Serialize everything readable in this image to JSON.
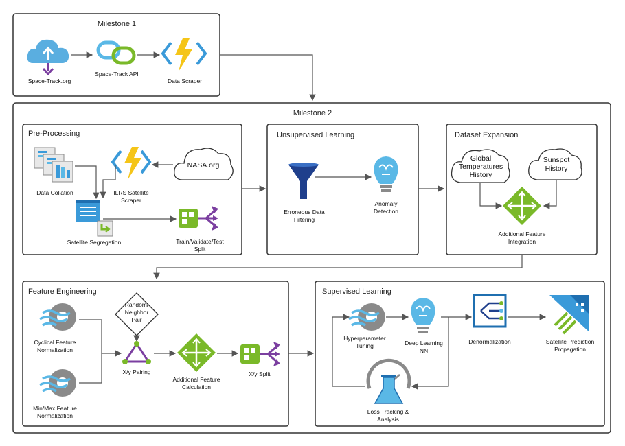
{
  "milestone1": {
    "title": "Milestone 1",
    "space_track_org": "Space-Track.org",
    "space_track_api": "Space-Track API",
    "data_scraper": "Data Scraper"
  },
  "milestone2": {
    "title": "Milestone 2"
  },
  "preprocessing": {
    "title": "Pre-Processing",
    "data_collation": "Data Collation",
    "ilrs_line1": "ILRS Satellite",
    "ilrs_line2": "Scraper",
    "nasa": "NASA.org",
    "satellite_segregation": "Satellite Segregation",
    "split_line1": "Train/Validate/Test",
    "split_line2": "Split"
  },
  "unsupervised": {
    "title": "Unsupervised Learning",
    "filter_line1": "Erroneous Data",
    "filter_line2": "Filtering",
    "anomaly_line1": "Anomaly",
    "anomaly_line2": "Detection"
  },
  "dataset_expansion": {
    "title": "Dataset Expansion",
    "global_line1": "Global",
    "global_line2": "Temperatures",
    "global_line3": "History",
    "sunspot_line1": "Sunspot",
    "sunspot_line2": "History",
    "feature_line1": "Additional Feature",
    "feature_line2": "Integration"
  },
  "feature_engineering": {
    "title": "Feature Engineering",
    "cyclical_line1": "Cyclical Feature",
    "cyclical_line2": "Normalization",
    "minmax_line1": "Min/Max Feature",
    "minmax_line2": "Normalization",
    "pair_line1": "Random/",
    "pair_line2": "Neighbor",
    "pair_line3": "Pair",
    "xy_pairing": "X/y Pairing",
    "calc_line1": "Additional Feature",
    "calc_line2": "Calculation",
    "xy_split": "X/y Split"
  },
  "supervised": {
    "title": "Supervised Learning",
    "hyper_line1": "Hyperparameter",
    "hyper_line2": "Tuning",
    "dl_line1": "Deep Learning",
    "dl_line2": "NN",
    "denorm": "Denormalization",
    "prop_line1": "Satellite Prediction",
    "prop_line2": "Propagation",
    "loss_line1": "Loss Tracking &",
    "loss_line2": "Analysis"
  },
  "colors": {
    "azure_blue": "#3a9ad9",
    "purple": "#7b3fa0",
    "green": "#7ab929",
    "yellow": "#f5c518",
    "navy": "#1f3f8c",
    "grey": "#6e6e6e"
  },
  "icons": [
    "cloud-upload-icon",
    "link-icon",
    "lightning-function-icon",
    "data-collation-icon",
    "nasa-cloud-icon",
    "document-segregation-icon",
    "split-arrows-icon",
    "funnel-icon",
    "brain-bulb-icon",
    "diamond-move-icon",
    "weather-gear-icon",
    "triangle-pair-icon",
    "denormalization-icon",
    "satellite-prediction-icon",
    "gauge-flask-icon"
  ]
}
